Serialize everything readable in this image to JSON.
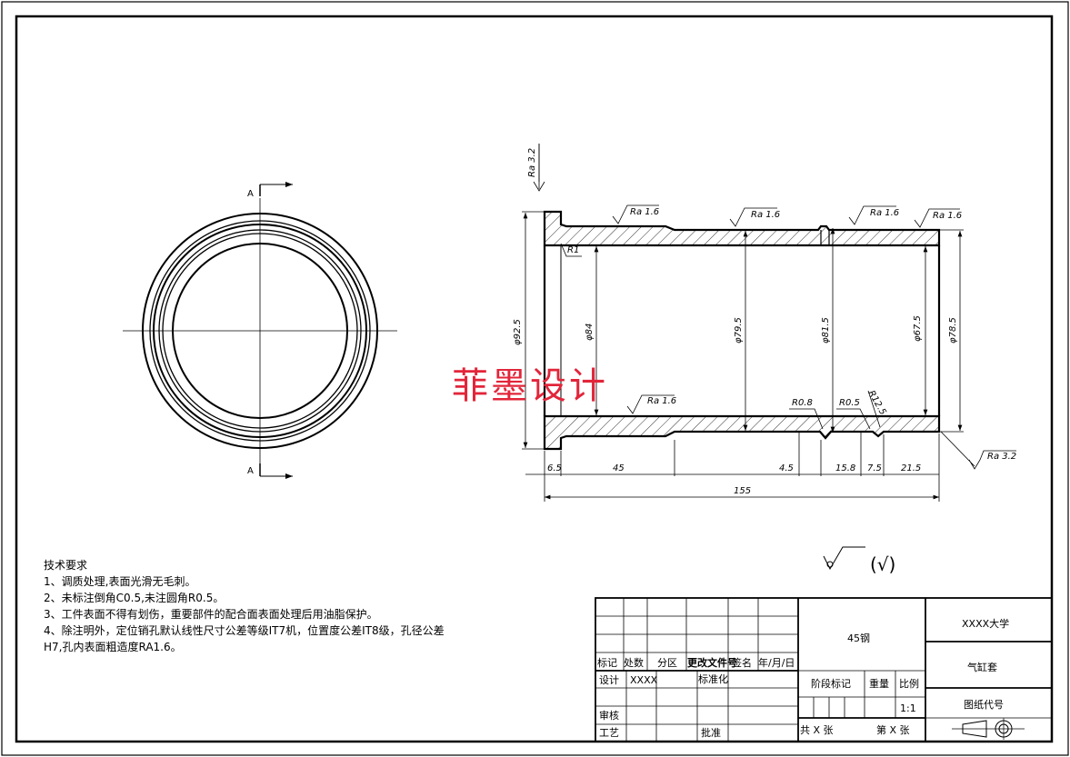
{
  "watermark": "菲墨设计",
  "section_labels": {
    "top": "A",
    "bottom": "A"
  },
  "roughness": {
    "ra32_top": "Ra 3.2",
    "ra16_a": "Ra 1.6",
    "ra16_b": "Ra 1.6",
    "ra16_c": "Ra 1.6",
    "ra16_d": "Ra 1.6",
    "ra16_e": "Ra 1.6",
    "ra32_right": "Ra 3.2"
  },
  "radii": {
    "r1": "R1",
    "r08": "R0.8",
    "r05": "R0.5",
    "r125": "R12.5"
  },
  "diameters": {
    "d925": "φ92.5",
    "d84": "φ84",
    "d795": "φ79.5",
    "d815": "φ81.5",
    "d675": "φ67.5",
    "d785": "φ78.5"
  },
  "lengths": {
    "l65": "6.5",
    "l45": "45",
    "l45b": "4.5",
    "l158": "15.8",
    "l75": "7.5",
    "l215": "21.5",
    "l155": "155"
  },
  "tech": {
    "title": "技术要求",
    "lines": [
      "1、调质处理,表面光滑无毛刺。",
      "2、未标注倒角C0.5,未注圆角R0.5。",
      "3、工件表面不得有划伤，重要部件的配合面表面处理后用油脂保护。",
      "4、除注明外，定位销孔默认线性尺寸公差等级IT7机，位置度公差IT8级，孔径公差",
      "H7,孔内表面粗造度RA1.6。"
    ]
  },
  "general_roughness": "(√)",
  "title_block": {
    "mark": "标记",
    "count": "处数",
    "zone": "分区",
    "change_doc": "更改文件号",
    "sign": "签名",
    "date": "年/月/日",
    "design": "设计",
    "designer": "XXXX",
    "standardize": "标准化",
    "review": "审核",
    "process": "工艺",
    "approve": "批准",
    "material": "45钢",
    "stage_mark": "阶段标记",
    "weight": "重量",
    "scale_label": "比例",
    "scale": "1:1",
    "sheets_total": "共  X  张",
    "sheet_no": "第  X  张",
    "university": "XXXX大学",
    "part_name": "气缸套",
    "drawing_code": "图纸代号"
  }
}
